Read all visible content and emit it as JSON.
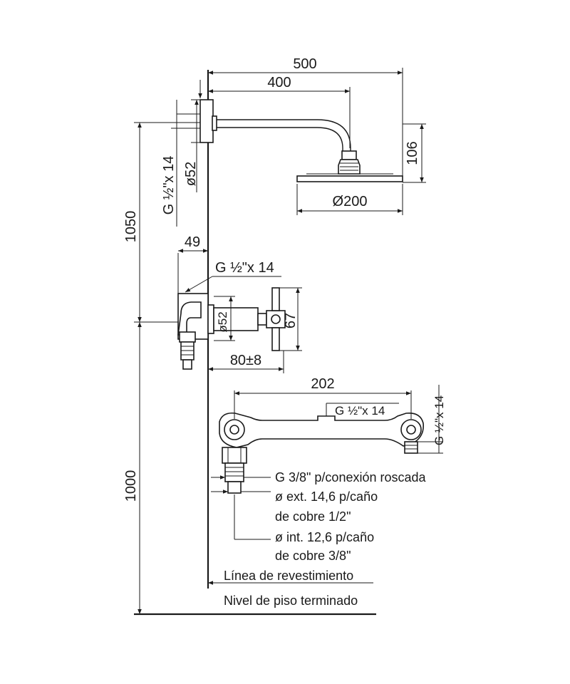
{
  "dimensions": {
    "arm_total": "500",
    "arm_reach": "400",
    "head_drop": "106",
    "head_diameter": "Ø200",
    "thread_top": "G ½\"x 14",
    "flange_top": "ø52",
    "height_upper": "1050",
    "height_lower": "1000",
    "valve_offset": "49",
    "valve_thread": "G ½\"x 14",
    "valve_flange": "ø52",
    "valve_height": "67",
    "valve_depth": "80±8",
    "body_length": "202",
    "body_thread": "G ½\"x 14",
    "body_side_thread": "G ½\"x 14"
  },
  "notes": {
    "connection_thread": "G 3/8\" p/conexión roscada",
    "ext_line1": "ø ext. 14,6 p/caño",
    "ext_line2": "de cobre 1/2\"",
    "int_line1": "ø int. 12,6 p/caño",
    "int_line2": "de cobre 3/8\"",
    "wall_line": "Línea de revestimiento",
    "floor_level": "Nivel de piso terminado"
  },
  "colors": {
    "ink": "#1a1a1a",
    "background": "#ffffff"
  }
}
